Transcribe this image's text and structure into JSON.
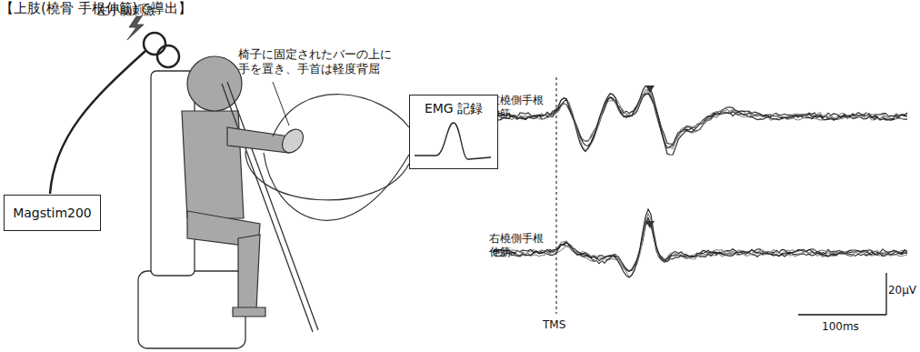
{
  "diagram": {
    "nodes": [
      {
        "text": [
          "Magstim200"
        ]
      },
      {
        "text": [
          "EMG 記録"
        ]
      }
    ],
    "labels": [
      "【上肢(橈骨 手根伸筋)で導出】",
      "左小脳刺激",
      "椅子に固定されたバーの上に 手を置き、手首は軽度背屈",
      "左橈側手根 伸筋",
      "右橈側手根 伸筋",
      "TMS",
      "20μV",
      "100ms"
    ]
  }
}
